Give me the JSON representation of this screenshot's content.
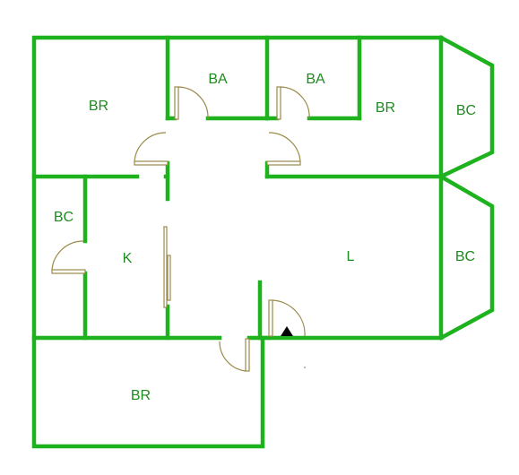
{
  "colors": {
    "wall": "#1fb21f",
    "door": "#9a8a4a",
    "label": "#1f8a1f",
    "background": "#ffffff",
    "entrance_marker": "#000000"
  },
  "rooms": {
    "br_top_left": "BR",
    "ba_left": "BA",
    "ba_right": "BA",
    "br_top_right": "BR",
    "bc_right_top": "BC",
    "bc_left": "BC",
    "kitchen": "K",
    "living": "L",
    "bc_right_bottom": "BC",
    "br_bottom": "BR"
  },
  "icons": {
    "entrance": "entrance-triangle-icon"
  }
}
